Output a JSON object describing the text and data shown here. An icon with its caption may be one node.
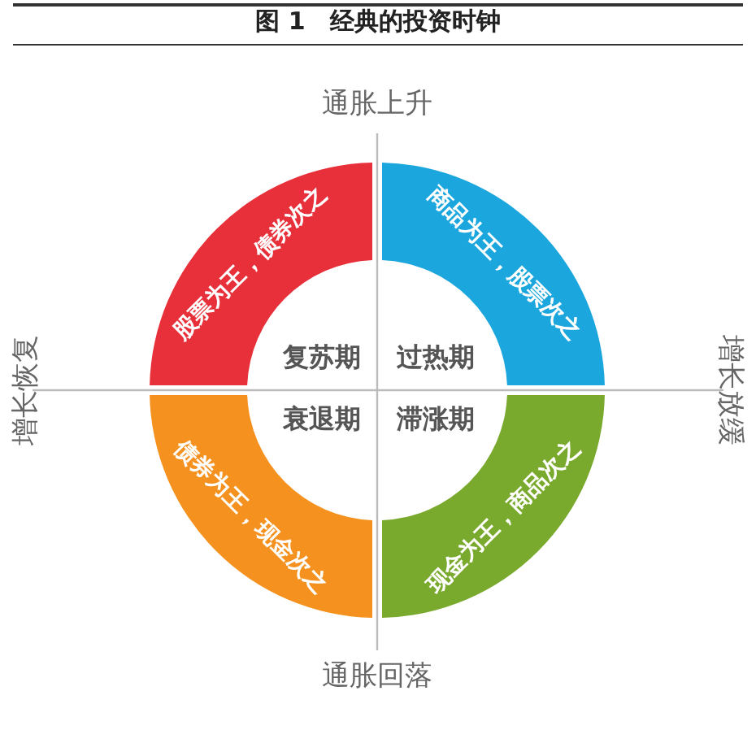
{
  "diagram": {
    "title": "图 1　经典的投资时钟",
    "nodes": [
      {
        "text": [
          "股票为王，债券次之"
        ]
      },
      {
        "text": [
          "商品为王，股票次之"
        ]
      },
      {
        "text": [
          "债券为王，现金次之"
        ]
      },
      {
        "text": [
          "现金为王，商品次之"
        ]
      }
    ],
    "labels": [
      "通胀上升",
      "增长恢复",
      "复苏期",
      "过热期",
      "增长放缓",
      "衰退期",
      "滞涨期",
      "通胀回落"
    ]
  }
}
